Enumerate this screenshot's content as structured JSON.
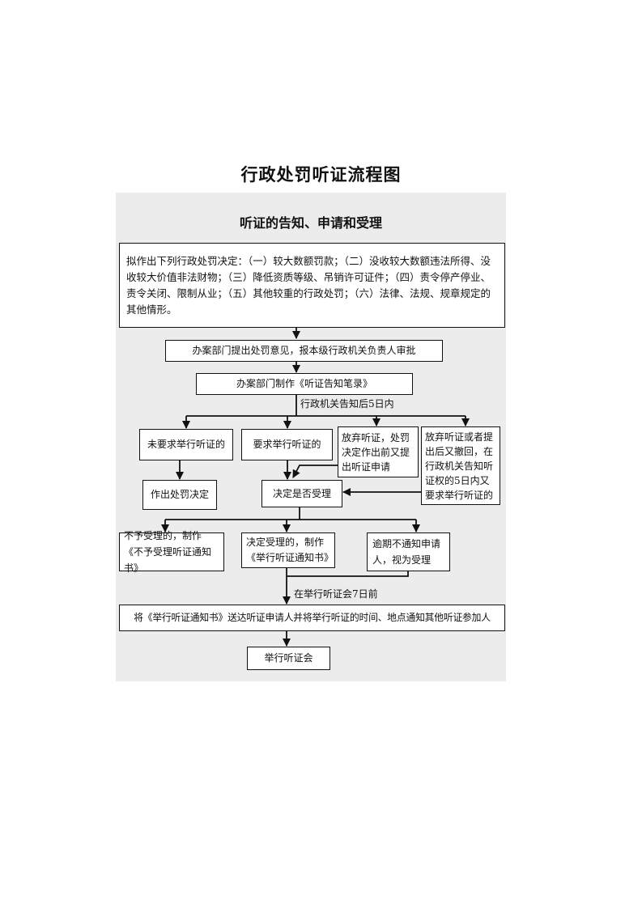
{
  "title": "行政处罚听证流程图",
  "section_title": "听证的告知、申请和受理",
  "nodes": {
    "conditions": "拟作出下列行政处罚决定：（一）较大数额罚款；（二）没收较大数额违法所得、没收较大价值非法财物；（三）降低资质等级、吊销许可证件；（四）责令停产停业、责令关闭、限制从业；（五）其他较重的行政处罚；（六）法律、法规、规章规定的其他情形。",
    "submit_opinion": "办案部门提出处罚意见，报本级行政机关负责人审批",
    "make_record": "办案部门制作《听证告知笔录》",
    "no_request": "未要求举行听证的",
    "request": "要求举行听证的",
    "waive_then_request": "放弃听证，处罚决定作出前又提出听证申请",
    "waive_or_withdraw": "放弃听证或者提出后又撤回，在行政机关告知听证权的5日内又要求举行听证的",
    "make_decision": "作出处罚决定",
    "decide_accept": "决定是否受理",
    "not_accepted": "不予受理的，制作《不予受理听证通知书》",
    "accepted": "决定受理的，制作《举行听证通知书》",
    "overdue": "逾期不通知申请人，视为受理",
    "deliver_notice": "将《举行听证通知书》送达听证申请人并将举行听证的时间、地点通知其他听证参加人",
    "hold_hearing": "举行听证会"
  },
  "edge_labels": {
    "within_5_days": "行政机关告知后5日内",
    "seven_days_before": "在举行听证会7日前"
  },
  "colors": {
    "panel_background": "#ececec",
    "box_background": "#ffffff",
    "line": "#111111"
  }
}
